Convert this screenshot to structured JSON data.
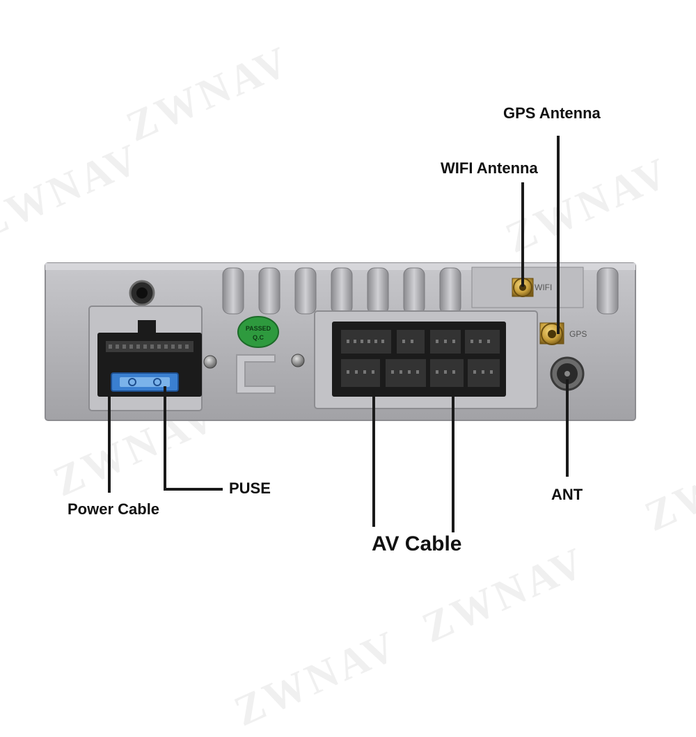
{
  "watermark": "ZWNAV",
  "labels": {
    "gps_antenna": "GPS Antenna",
    "wifi_antenna": "WIFI Antenna",
    "puse": "PUSE",
    "power_cable": "Power Cable",
    "av_cable": "AV Cable",
    "ant": "ANT"
  },
  "panel_markings": {
    "wifi_port": "WIFI",
    "gps_port": "GPS",
    "qc_sticker_top": "PASSED",
    "qc_sticker_bottom": "Q.C"
  },
  "colors": {
    "background": "#ffffff",
    "chassis": "#b8b8bc",
    "connector": "#1b1b1b",
    "fuse": "#3a7fd0",
    "brass": "#c9a03c",
    "qc_sticker": "#2e9a3e",
    "leader_line": "#1a1a1a"
  }
}
